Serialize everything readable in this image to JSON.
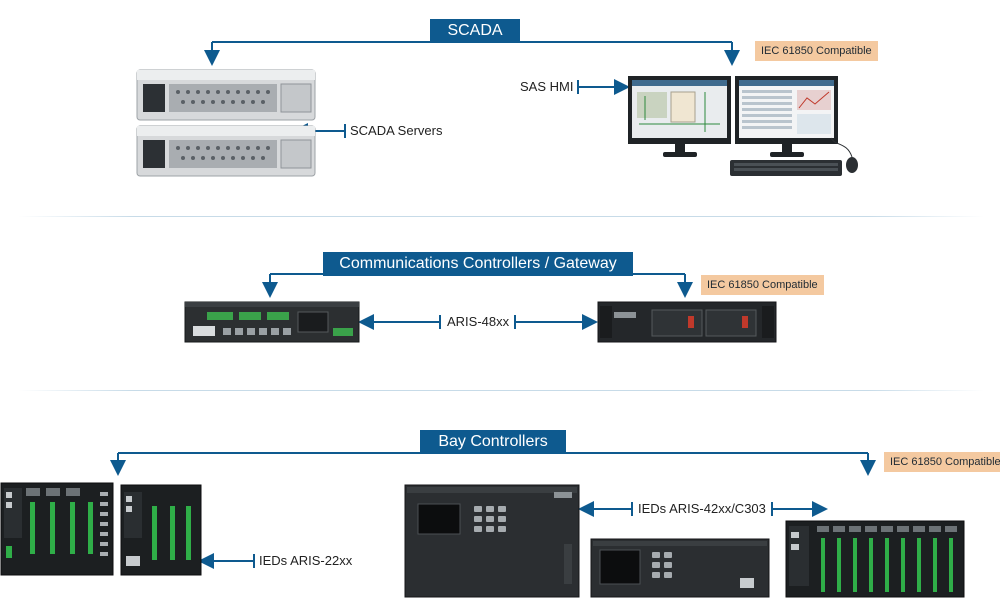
{
  "sections": {
    "scada": {
      "title": "SCADA",
      "badge": "IEC 61850 Compatible",
      "servers_label": "SCADA Servers",
      "hmi_label": "SAS HMI"
    },
    "comms": {
      "title": "Communications Controllers / Gateway",
      "badge": "IEC 61850 Compatible",
      "link_label": "ARIS-48xx"
    },
    "bay": {
      "title": "Bay Controllers",
      "badge": "IEC 61850 Compatible",
      "ieds_22_label": "IEDs ARIS-22xx",
      "ieds_42_label": "IEDs ARIS-42xx/C303"
    }
  },
  "colors": {
    "accent": "#0e5a8f",
    "badge_bg": "#f4c9a0",
    "separator": "#c7dbe8"
  }
}
